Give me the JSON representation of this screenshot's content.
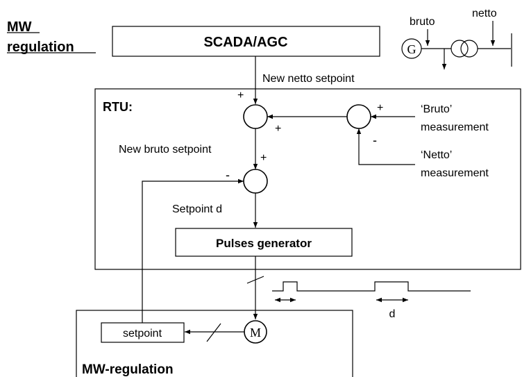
{
  "heading": {
    "line1": "MW",
    "line2": "regulation"
  },
  "scada": {
    "label": "SCADA/AGC"
  },
  "new_netto_setpoint": "New netto setpoint",
  "rtu": {
    "label": "RTU:"
  },
  "bruto_measurement": {
    "line1": "‘Bruto’",
    "line2": "measurement"
  },
  "netto_measurement": {
    "line1": "‘Netto’",
    "line2": "measurement"
  },
  "new_bruto_setpoint": "New bruto setpoint",
  "setpoint_d": "Setpoint d",
  "pulses_generator": "Pulses generator",
  "pulse_width": "d",
  "setpoint_box": "setpoint",
  "motor": "M",
  "mw_regulation": "MW-regulation",
  "inset": {
    "generator": "G",
    "bruto": "bruto",
    "netto": "netto"
  },
  "signs": {
    "plus": "+",
    "minus": "-"
  }
}
